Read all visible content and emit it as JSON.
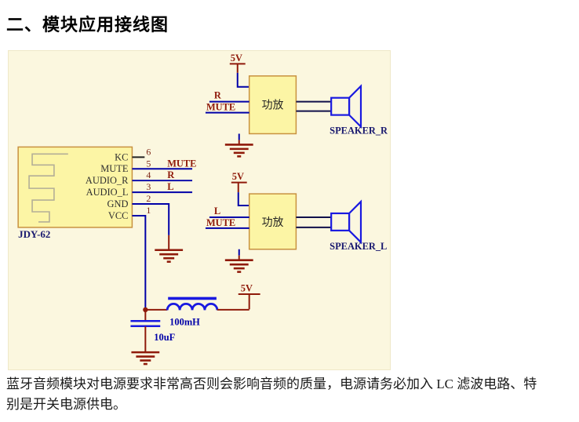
{
  "document": {
    "heading": "二、模块应用接线图",
    "paragraph_line1": "蓝牙音频模块对电源要求非常高否则会影响音频的质量，电源请务必加入 LC 滤波电路、特",
    "paragraph_line2": "别是开关电源供电。"
  },
  "schematic": {
    "module": {
      "name": "JDY-62",
      "pins": [
        {
          "number": "6",
          "name": "KC",
          "net": ""
        },
        {
          "number": "5",
          "name": "MUTE",
          "net": "MUTE"
        },
        {
          "number": "4",
          "name": "AUDIO_R",
          "net": "R"
        },
        {
          "number": "3",
          "name": "AUDIO_L",
          "net": "L"
        },
        {
          "number": "2",
          "name": "GND",
          "net": ""
        },
        {
          "number": "1",
          "name": "VCC",
          "net": ""
        }
      ]
    },
    "amp_right": {
      "power": "5V",
      "input_top": "R",
      "input_bottom": "MUTE",
      "box_label": "功放",
      "speaker_label": "SPEAKER_R"
    },
    "amp_left": {
      "power": "5V",
      "input_top": "L",
      "input_bottom": "MUTE",
      "box_label": "功放",
      "speaker_label": "SPEAKER_L"
    },
    "lc_filter": {
      "power": "5V",
      "inductor_value": "100mH",
      "capacitor_value": "10uF"
    }
  },
  "colors": {
    "sheet_background": "#FBF7DF",
    "component_fill": "#FCF5A5",
    "component_border": "#C8913F",
    "wire_blue": "#0000A8",
    "component_blue": "#1919E0",
    "power_dark_red": "#8F1A0A",
    "label_navy": "#18186E"
  }
}
